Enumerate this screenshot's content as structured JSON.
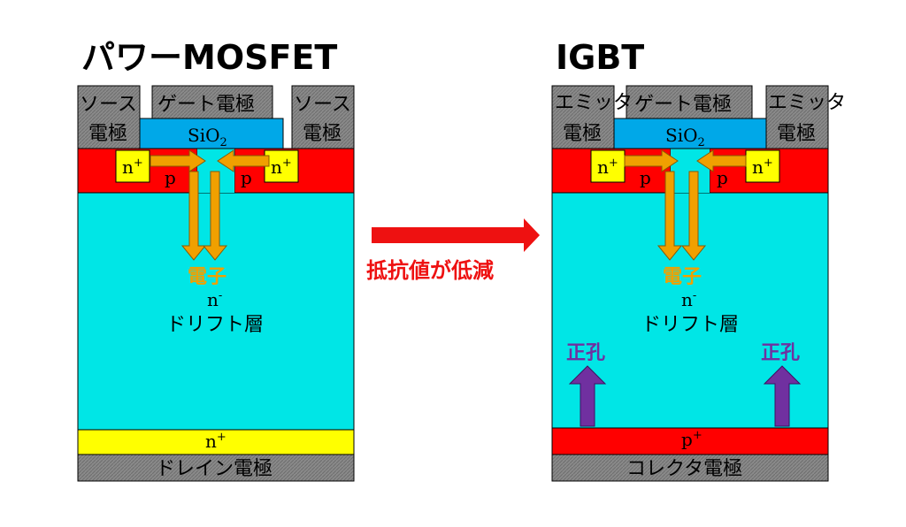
{
  "mosfet": {
    "title": "パワーMOSFET",
    "source_left_1": "ソース",
    "source_left_2": "電極",
    "gate": "ゲート電極",
    "source_right_1": "ソース",
    "source_right_2": "電極",
    "oxide": "SiO",
    "oxide_sub": "2",
    "nplus": "n",
    "plus_sup": "+",
    "p": "p",
    "electron": "電子",
    "nminus": "n",
    "minus_sup": "-",
    "drift": "ドリフト層",
    "bottom_nplus": "n",
    "drain": "ドレイン電極"
  },
  "igbt": {
    "title": "IGBT",
    "emitter_left_1": "エミッタ",
    "emitter_left_2": "電極",
    "gate": "ゲート電極",
    "emitter_right_1": "エミッタ",
    "emitter_right_2": "電極",
    "oxide": "SiO",
    "oxide_sub": "2",
    "nplus": "n",
    "plus_sup": "+",
    "p": "p",
    "electron": "電子",
    "nminus": "n",
    "minus_sup": "-",
    "drift": "ドリフト層",
    "hole_left": "正孔",
    "hole_right": "正孔",
    "bottom_pplus": "p",
    "collector": "コレクタ電極"
  },
  "middle": {
    "label": "抵抗値が低減"
  },
  "colors": {
    "metal": "#808080",
    "oxide": "#00a8e8",
    "n_plus": "#ffff00",
    "p_region": "#ff0000",
    "drift": "#00e6e6",
    "electron_arrow": "#f0a000",
    "hole_arrow": "#7030a0",
    "red_arrow": "#ee1111"
  }
}
